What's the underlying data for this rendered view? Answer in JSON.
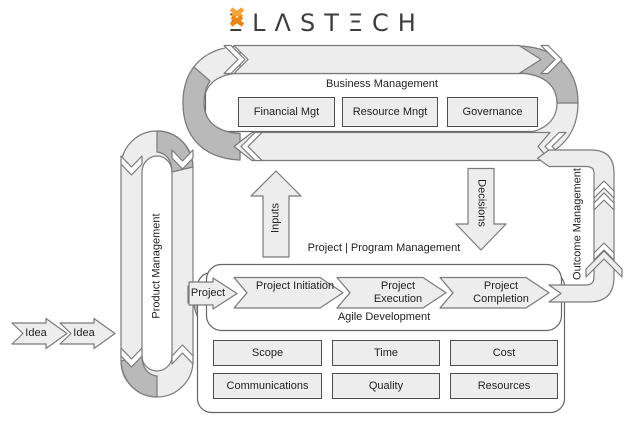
{
  "logo": {
    "text": "ΞLΛSTΞCH",
    "accent_orange_light": "#F7A33C",
    "accent_orange_dark": "#EE8512"
  },
  "business_management": {
    "title": "Business Management",
    "boxes": [
      "Financial Mgt",
      "Resource Mngt",
      "Governance"
    ]
  },
  "product_management": {
    "label": "Product Management"
  },
  "outcome_management": {
    "label": "Outcome Management"
  },
  "inputs_arrow": {
    "label": "Inputs"
  },
  "decisions_arrow": {
    "label": "Decisions"
  },
  "idea_arrows": [
    {
      "label": "Idea"
    },
    {
      "label": "Idea"
    }
  ],
  "project_program": {
    "title": "Project | Program Management",
    "entry_label": "Project",
    "stages": [
      "Project Initiation",
      "Project Execution",
      "Project Completion"
    ],
    "agile_label": "Agile Development",
    "knowledge_areas": [
      [
        "Scope",
        "Time",
        "Cost"
      ],
      [
        "Communications",
        "Quality",
        "Resources"
      ]
    ]
  },
  "colors": {
    "band_fill": "#EDEDED",
    "band_shade": "#B9B9B9",
    "band_stroke": "#7A7A7A",
    "rect_stroke": "#666666"
  }
}
